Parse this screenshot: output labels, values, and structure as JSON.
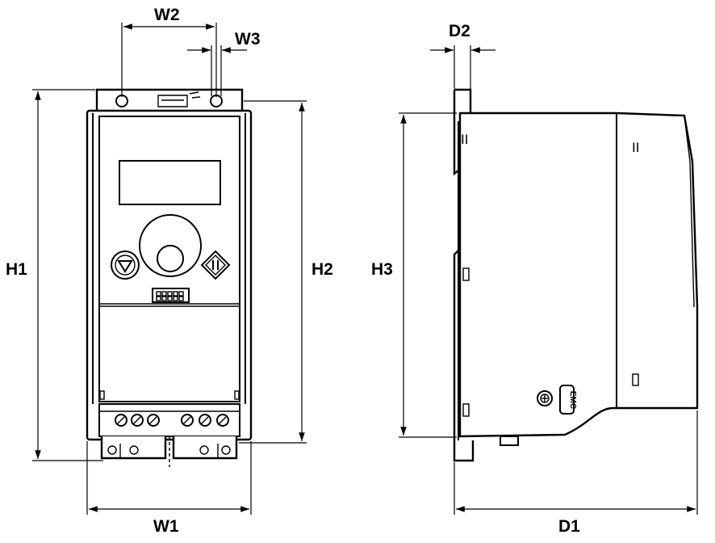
{
  "dimensions": {
    "w1": "W1",
    "w2": "W2",
    "w3": "W3",
    "h1": "H1",
    "h2": "H2",
    "h3": "H3",
    "d1": "D1",
    "d2": "D2"
  },
  "side_marks": {
    "top_left_mark": "II",
    "top_right_mark": "II"
  },
  "emc_label": "EMC"
}
